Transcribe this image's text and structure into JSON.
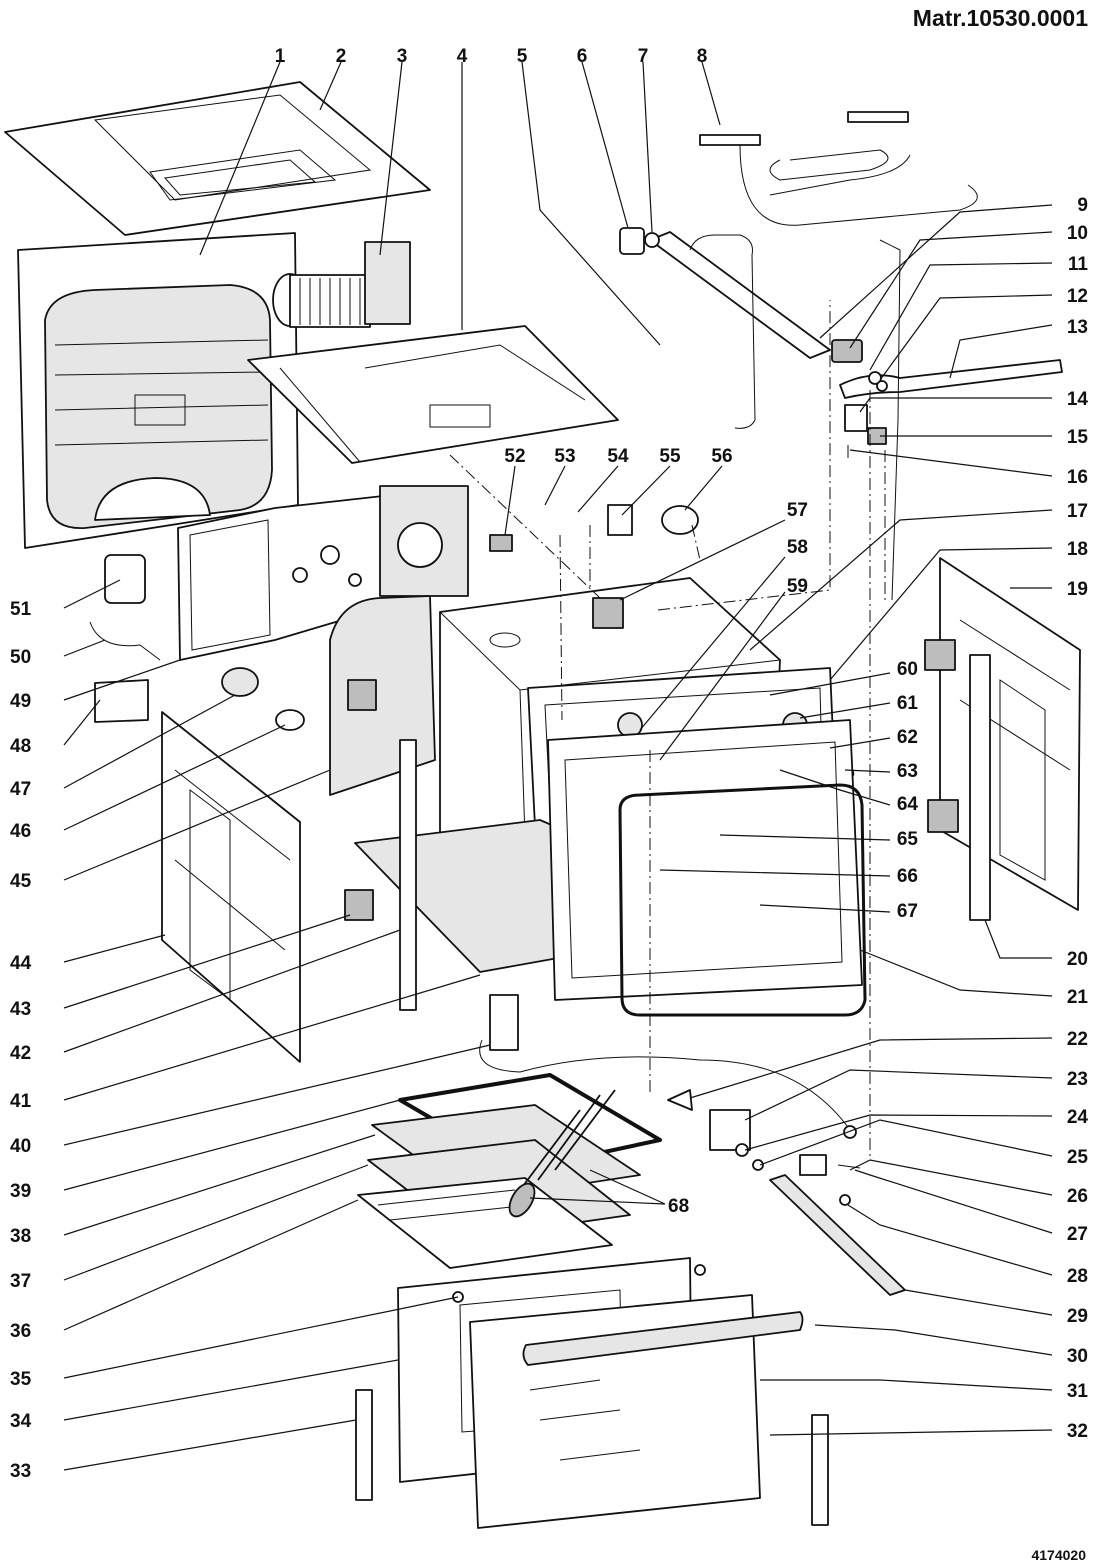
{
  "header": {
    "title": "Matr.10530.0001",
    "code": "4174020"
  },
  "labels": {
    "top": [
      "1",
      "2",
      "3",
      "4",
      "5",
      "6",
      "7",
      "8"
    ],
    "right": [
      "9",
      "10",
      "11",
      "12",
      "13",
      "14",
      "15",
      "16",
      "17",
      "18",
      "19",
      "20",
      "21",
      "22",
      "23",
      "24",
      "25",
      "26",
      "27",
      "28",
      "29",
      "30",
      "31",
      "32"
    ],
    "left": [
      "51",
      "50",
      "49",
      "48",
      "47",
      "46",
      "45",
      "44",
      "43",
      "42",
      "41",
      "40",
      "39",
      "38",
      "37",
      "36",
      "35",
      "34",
      "33"
    ],
    "inner": [
      "52",
      "53",
      "54",
      "55",
      "56",
      "57",
      "58",
      "59",
      "60",
      "61",
      "62",
      "63",
      "64",
      "65",
      "66",
      "67",
      "68"
    ]
  }
}
